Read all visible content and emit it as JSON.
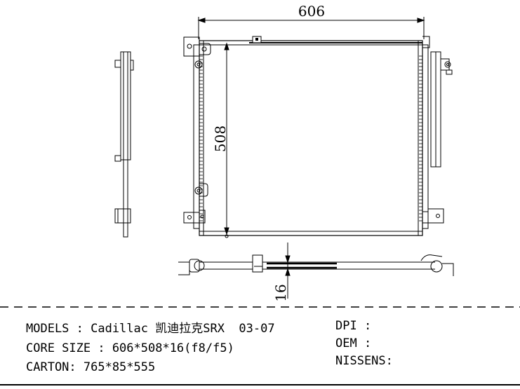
{
  "drawing": {
    "dimensions": {
      "width": "606",
      "height": "508",
      "thickness": "16"
    }
  },
  "specs": {
    "models_label": "MODELS : Cadillac 凯迪拉克SRX  03-07",
    "core_size_label": "CORE SIZE : 606*508*16(f8/f5)",
    "carton_label": "CARTON: 765*85*555",
    "dpi_label": "DPI :",
    "oem_label": "OEM :",
    "nissens_label": "NISSENS:"
  }
}
